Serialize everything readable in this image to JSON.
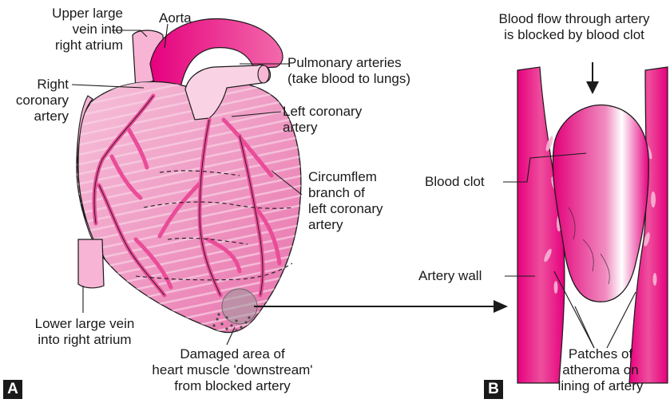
{
  "panels": {
    "a": "A",
    "b": "B"
  },
  "labels": {
    "upper_vein": "Upper large\nvein into\nright atrium",
    "aorta": "Aorta",
    "pulmonary": "Pulmonary arteries\n(take blood to lungs)",
    "right_coronary": "Right\ncoronary\nartery",
    "left_coronary": "Left coronary\nartery",
    "circumflex": "Circumflem\nbranch of\nleft coronary\nartery",
    "lower_vein": "Lower large vein\ninto right atrium",
    "damaged": "Damaged area of\nheart muscle 'downstream'\nfrom blocked artery",
    "blood_flow": "Blood flow through artery\nis blocked by blood clot",
    "blood_clot": "Blood clot",
    "artery_wall": "Artery wall",
    "atheroma": "Patches of\natheroma on\nlining of artery"
  },
  "colors": {
    "heart_body": "#f2a9cc",
    "vessel_pink": "#ea4c98",
    "vessel_light": "#f7c6dc",
    "magenta": "#e6007e",
    "outline": "#1a1a1a"
  }
}
